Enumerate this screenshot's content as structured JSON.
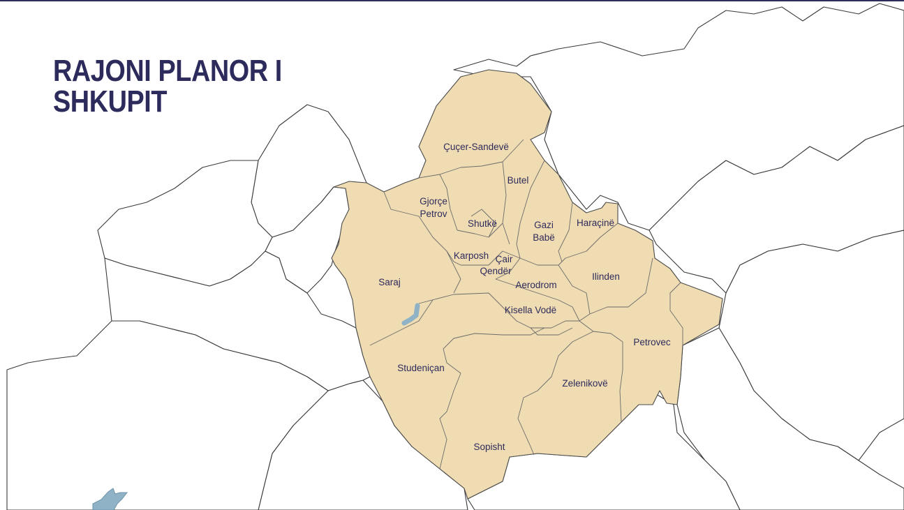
{
  "title": {
    "line1": "RAJONI PLANOR I",
    "line2": "SHKUPIT"
  },
  "colors": {
    "region_fill": "#f0dcb2",
    "title_color": "#2d2a5c",
    "water": "#8fb2c6",
    "border": "#3a3a3a"
  },
  "municipalities": [
    {
      "id": "cucer-sandeve",
      "label": "Çuçer-Sandevë"
    },
    {
      "id": "butel",
      "label": "Butel"
    },
    {
      "id": "gjorce-petrov",
      "label": "Gjorçe\nPetrov"
    },
    {
      "id": "shutke",
      "label": "Shutkë"
    },
    {
      "id": "gazi-babe",
      "label": "Gazi\nBabë"
    },
    {
      "id": "haracine",
      "label": "Haraçinë"
    },
    {
      "id": "karposh",
      "label": "Karposh"
    },
    {
      "id": "cair",
      "label": "Çair"
    },
    {
      "id": "qender",
      "label": "Qendër"
    },
    {
      "id": "aerodrom",
      "label": "Aerodrom"
    },
    {
      "id": "ilinden",
      "label": "Ilinden"
    },
    {
      "id": "saraj",
      "label": "Saraj"
    },
    {
      "id": "kisella-vode",
      "label": "Kisella Vodë"
    },
    {
      "id": "petrovec",
      "label": "Petrovec"
    },
    {
      "id": "studenican",
      "label": "Studeniçan"
    },
    {
      "id": "zelenikove",
      "label": "Zelenikovë"
    },
    {
      "id": "sopisht",
      "label": "Sopisht"
    }
  ]
}
